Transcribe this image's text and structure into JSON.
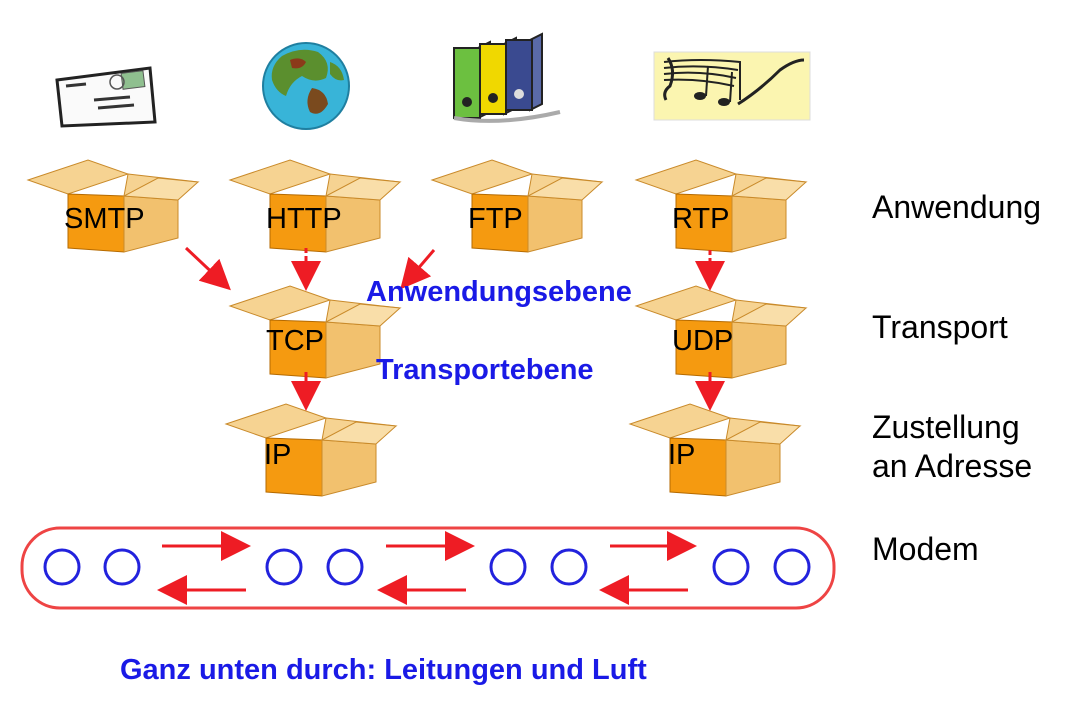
{
  "colors": {
    "box_front": "#f59a10",
    "box_side": "#f2c16e",
    "box_flap": "#f6d392",
    "arrow": "#ee1c24",
    "modem_border": "#ee4444",
    "circle": "#2222dd",
    "blue_text": "#1a1ae6"
  },
  "icons": [
    "postcard-icon",
    "globe-icon",
    "binders-icon",
    "music-notes-icon"
  ],
  "boxes": {
    "smtp": "SMTP",
    "http": "HTTP",
    "ftp": "FTP",
    "rtp": "RTP",
    "tcp": "TCP",
    "udp": "UDP",
    "ip_left": "IP",
    "ip_right": "IP"
  },
  "layers": {
    "anwendung": "Anwendung",
    "transport": "Transport",
    "zustellung_line1": "Zustellung",
    "zustellung_line2": "an Adresse",
    "modem": "Modem"
  },
  "overlay": {
    "anwendungsebene": "Anwendungsebene",
    "transportebene": "Transportebene"
  },
  "footer": "Ganz unten durch: Leitungen und Luft"
}
